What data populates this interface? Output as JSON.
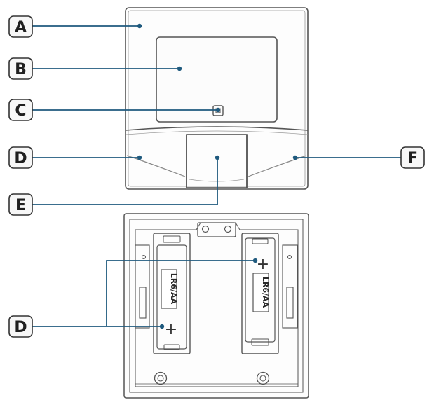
{
  "callouts": {
    "a": "A",
    "b": "B",
    "c": "C",
    "d_front": "D",
    "e": "E",
    "f": "F",
    "d_back": "D"
  },
  "batteries": {
    "left_label": "LR6/AA",
    "right_label": "LR6/AA",
    "polarity_symbol": "+"
  },
  "colors": {
    "leader_line": "#1f5a7e",
    "outline": "#555555",
    "badge_fill": "#f7f7f7"
  }
}
